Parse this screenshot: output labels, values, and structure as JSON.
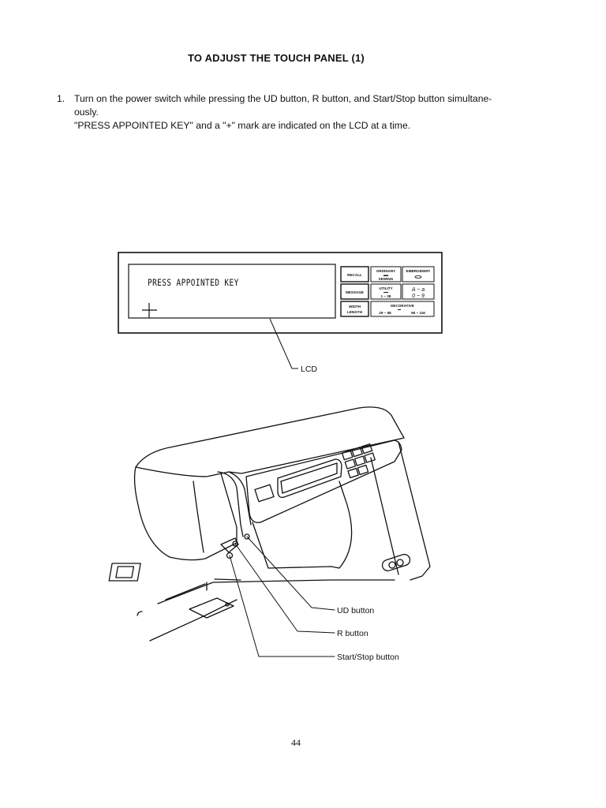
{
  "page": {
    "title": "TO ADJUST THE TOUCH PANEL (1)",
    "page_number": "44"
  },
  "step": {
    "number": "1.",
    "line1": "Turn on the power switch while pressing the UD button, R button, and Start/Stop button simultane-",
    "line2": "ously.",
    "line3": "\"PRESS APPOINTED KEY\" and a \"+\" mark are indicated on the LCD at a time."
  },
  "lcd_figure": {
    "display_text": "PRESS APPOINTED KEY",
    "callout": "LCD",
    "keys": {
      "recall": "RECALL",
      "message": "MESSAGE",
      "width": "WIDTH",
      "length": "LENGTH",
      "ordinary": "ORDINARY",
      "sewing": "SEWING",
      "embroidery": "EMBROIDERY",
      "utility": "UTILITY",
      "utility_range": "1 ~ 28",
      "alpha_range": "A ~ a",
      "digit_range": "0 ~ 9",
      "decorative": "DECORATIVE",
      "deco_range1": "29 ~ 58",
      "deco_range2": "69 ~ 116"
    }
  },
  "machine_figure": {
    "callouts": {
      "ud": "UD button",
      "r": "R button",
      "start_stop": "Start/Stop button"
    }
  }
}
